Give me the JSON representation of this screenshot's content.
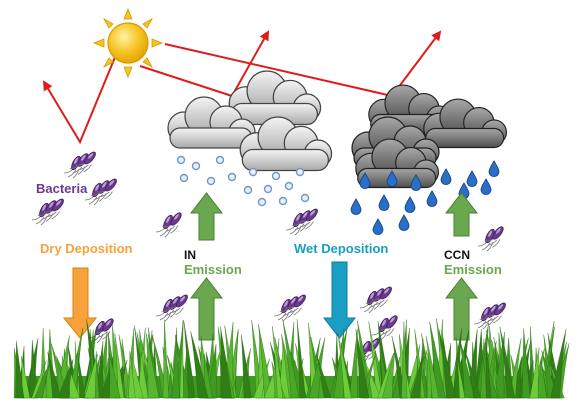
{
  "labels": {
    "bacteria": "Bacteria",
    "dry_deposition": "Dry Deposition",
    "in_emission_line1": "IN",
    "in_emission_line2": "Emission",
    "wet_deposition": "Wet Deposition",
    "ccn_emission_line1": "CCN",
    "ccn_emission_line2": "Emission"
  },
  "colors": {
    "bacteria": "#6b3a8f",
    "dry_deposition": "#f7a23a",
    "emission": "#6aa84f",
    "wet_deposition": "#1a9ec4",
    "label_dark": "#111111",
    "sun": "#f7c325",
    "radiation": "#e01b1b",
    "grass": "#4caf2a",
    "cloud_light": "#d4d4d4",
    "cloud_dark": "#7f7f7f",
    "ice": "#6f98c4",
    "rain": "#2a6fc7"
  },
  "icons": {
    "sun": "sun-icon",
    "bacterium": "bacterium-icon",
    "snow_cloud": "snow-cloud-icon",
    "rain_cloud": "rain-cloud-icon",
    "grass": "grass-icon"
  }
}
